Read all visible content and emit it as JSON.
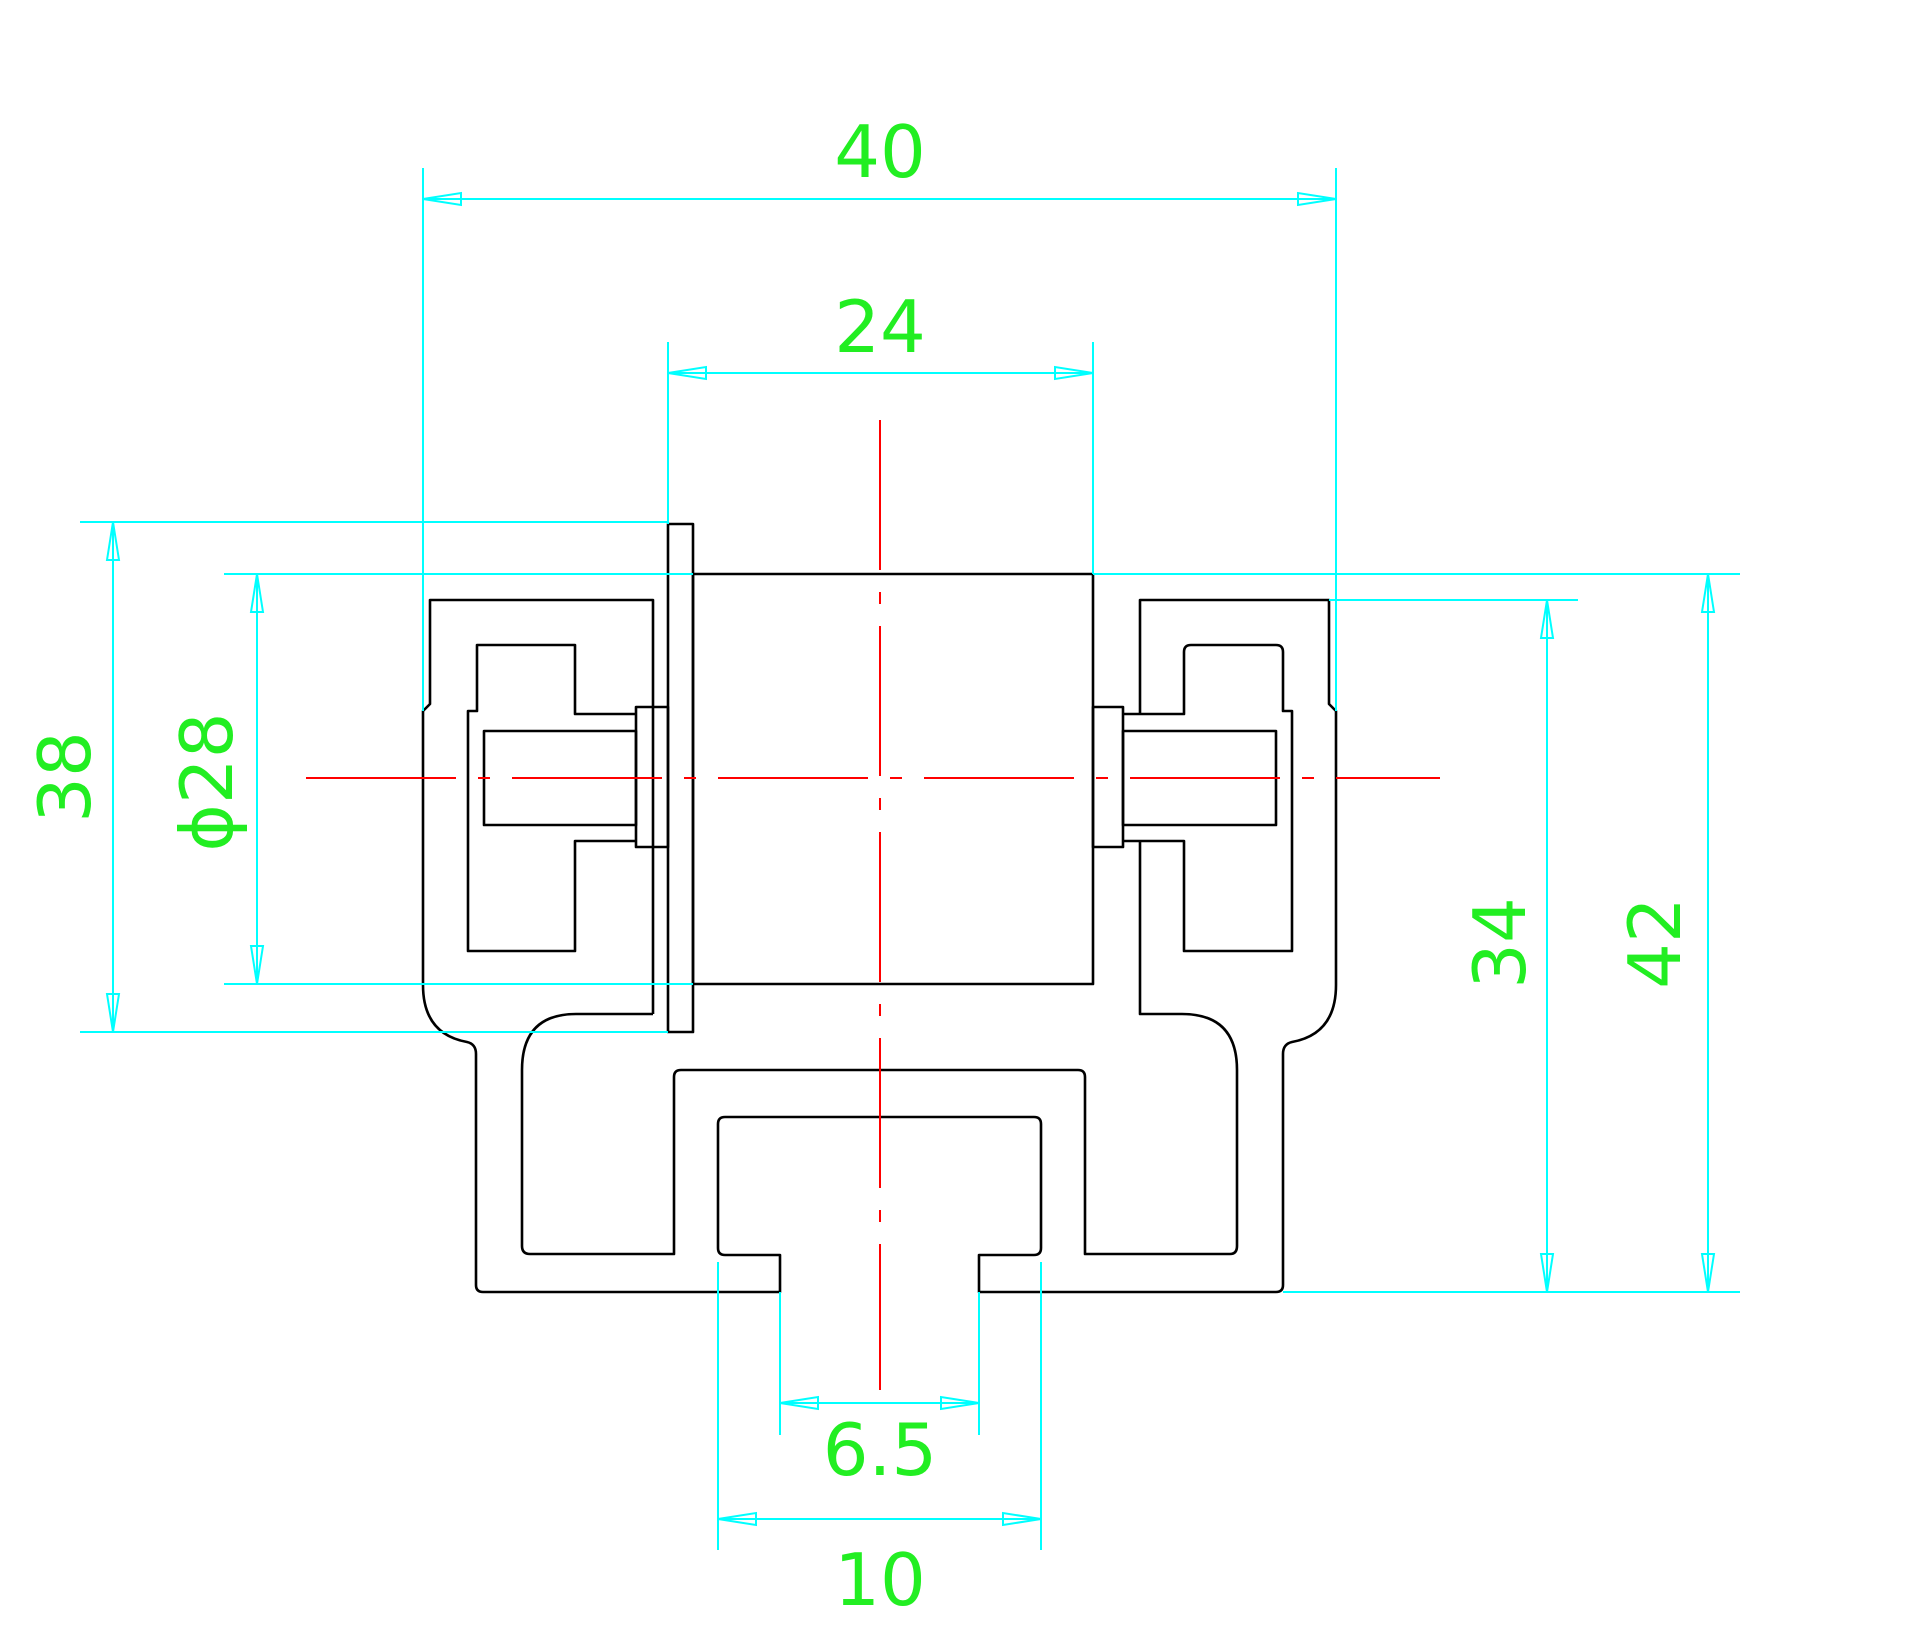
{
  "drawing": {
    "colors": {
      "outline": "#000000",
      "dimension_lines": "#00ffff",
      "dimension_text": "#22ee22",
      "centerline": "#ff0000",
      "background": "#ffffff"
    },
    "dimensions": {
      "overall_width": "40",
      "roller_width": "24",
      "flange_height": "38",
      "roller_diameter": "ϕ28",
      "rail_height": "34",
      "overall_height": "42",
      "slot_opening": "6.5",
      "slot_width": "10"
    }
  }
}
